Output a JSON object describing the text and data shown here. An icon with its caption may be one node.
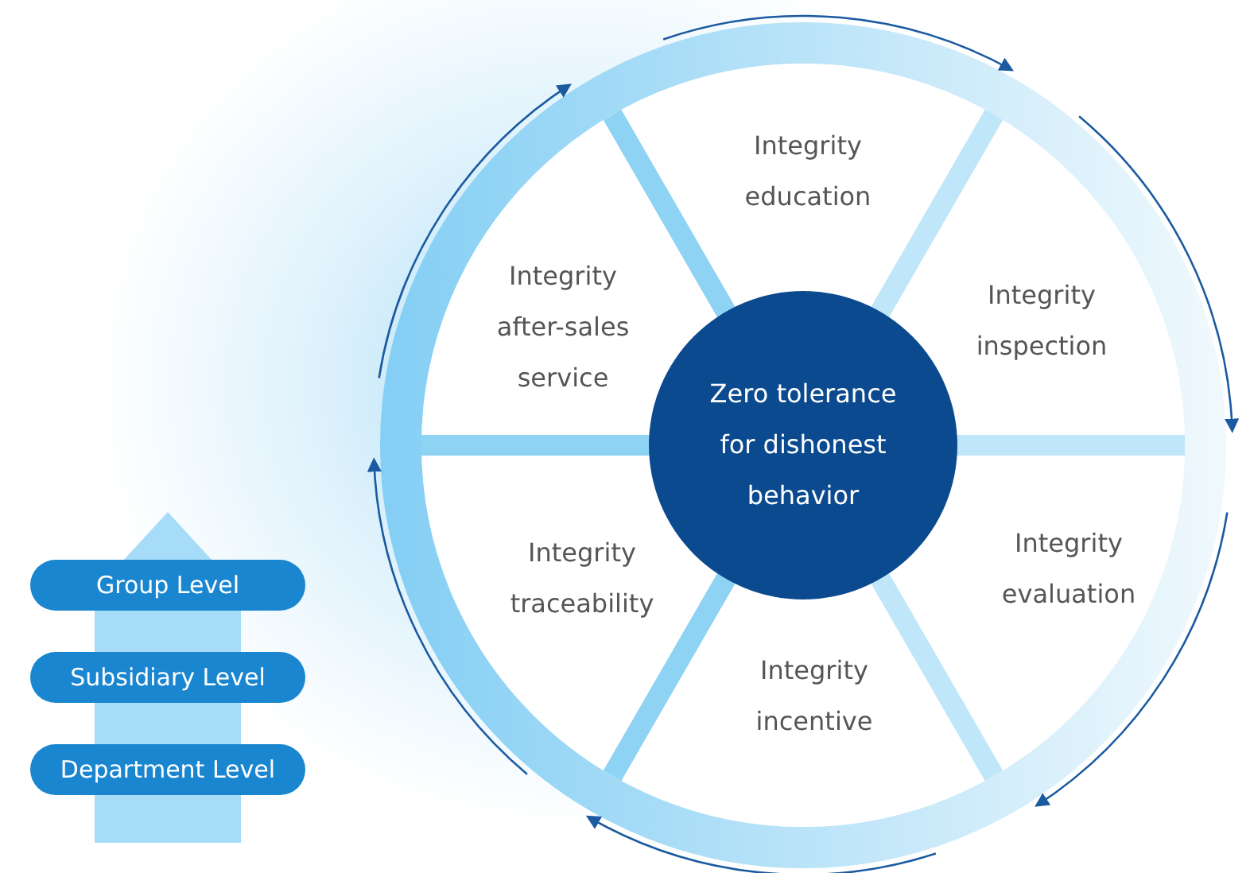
{
  "diagram": {
    "nodes": [
      {
        "text": [
          "Zero tolerance for dishonest behavior"
        ]
      },
      {
        "text": [
          "Integrity education"
        ]
      },
      {
        "text": [
          "Integrity inspection"
        ]
      },
      {
        "text": [
          "Integrity evaluation"
        ]
      },
      {
        "text": [
          "Integrity incentive"
        ]
      },
      {
        "text": [
          "Integrity traceability"
        ]
      },
      {
        "text": [
          "Integrity after-sales service"
        ]
      },
      {
        "text": [
          "Group Level"
        ]
      },
      {
        "text": [
          "Subsidiary Level"
        ]
      },
      {
        "text": [
          "Department Level"
        ]
      }
    ],
    "edges": [
      {
        "from": 9,
        "to": 8,
        "arrow": "none"
      },
      {
        "from": 8,
        "to": 7,
        "arrow": "to"
      }
    ]
  }
}
